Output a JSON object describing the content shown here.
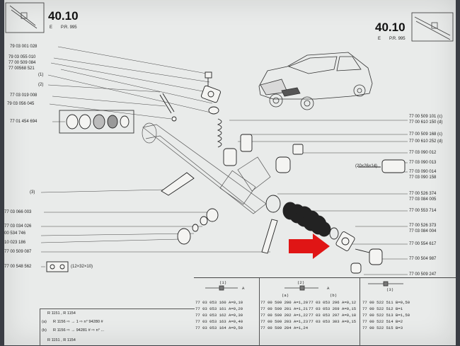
{
  "page": {
    "page_number_left": "40.10",
    "code_left": "E",
    "ref_left": "P.R. 995",
    "page_number_right": "40.10",
    "code_right": "E",
    "ref_right": "P.R. 995"
  },
  "left_labels": [
    "79 03 001 028",
    "79 03 055 010",
    "77 00 509 084",
    "77 00568 521",
    "(1)",
    "(2)",
    "77 03 019 008",
    "79 03 056 045",
    "77 01 454 694",
    "(3)",
    "77 03 066 003",
    "77 03 034 026",
    "00 534 746",
    "10 023 186",
    "77 00 509 087",
    "77 00 548 562"
  ],
  "right_labels": [
    "77 00 509 101 (c)",
    "77 00 610 150 (d)",
    "77 00 509 168 (c)",
    "77 00 610 252 (d)",
    "77 03 090 012",
    "77 03 090 013",
    "77 03 090 014",
    "77 03 090 158",
    "77 00 526 374",
    "77 03 084 005",
    "77 00 553 714",
    "77 00 526 373",
    "77 03 084 004",
    "77 00 554 617",
    "77 00 504 987",
    "77 00 509 247"
  ],
  "dimension_labels": {
    "shaft": "(20×26×14)",
    "clip": "(12×32×10)"
  },
  "table": {
    "headers": [
      "(1)",
      "(2)",
      "(3)"
    ],
    "col_a_letter": "A",
    "col1": [
      "77 03 053 160  A=0,10",
      "77 03 053 161  A=0,20",
      "77 03 053 162  A=0,30",
      "77 03 053 163  A=0,40",
      "77 03 053 164  A=0,50"
    ],
    "col2a": [
      "77 00 509 200  A=1,20",
      "77 00 509 201  A=1,21",
      "77 00 509 202  A=1,22",
      "77 00 509 203  A=1,23",
      "77 00 509 204  A=1,24"
    ],
    "col2b": [
      "77 03 053 296  A=0,12",
      "77 03 053 269  A=0,15",
      "77 03 053 297  A=0,18",
      "77 03 053 303  A=0,15"
    ],
    "col3": [
      "77 00 522 511  B=0,50",
      "77 00 522 512  B=1",
      "77 00 522 513  B=1,50",
      "77 00 522 514  B=2",
      "77 00 522 515  B=3"
    ],
    "sub_a": "(a)",
    "sub_b": "(b)"
  },
  "legend": {
    "row1": "R 1151 , R 1154",
    "row2_letter": "(a)",
    "row2": "R 1156 ⇨ → 1 ⇨ n° 94280 #",
    "row3_letter": "(b)",
    "row3": "R 1156 ⇨ → 94281 # ⇨ n° ...",
    "row4": "R 1151 , R 1154"
  },
  "colors": {
    "page": "#e9ebea",
    "ink": "#222222",
    "arrow": "#e01515"
  },
  "icons": [
    "steering-rack-icon",
    "car-illustration",
    "red-arrow-icon"
  ]
}
